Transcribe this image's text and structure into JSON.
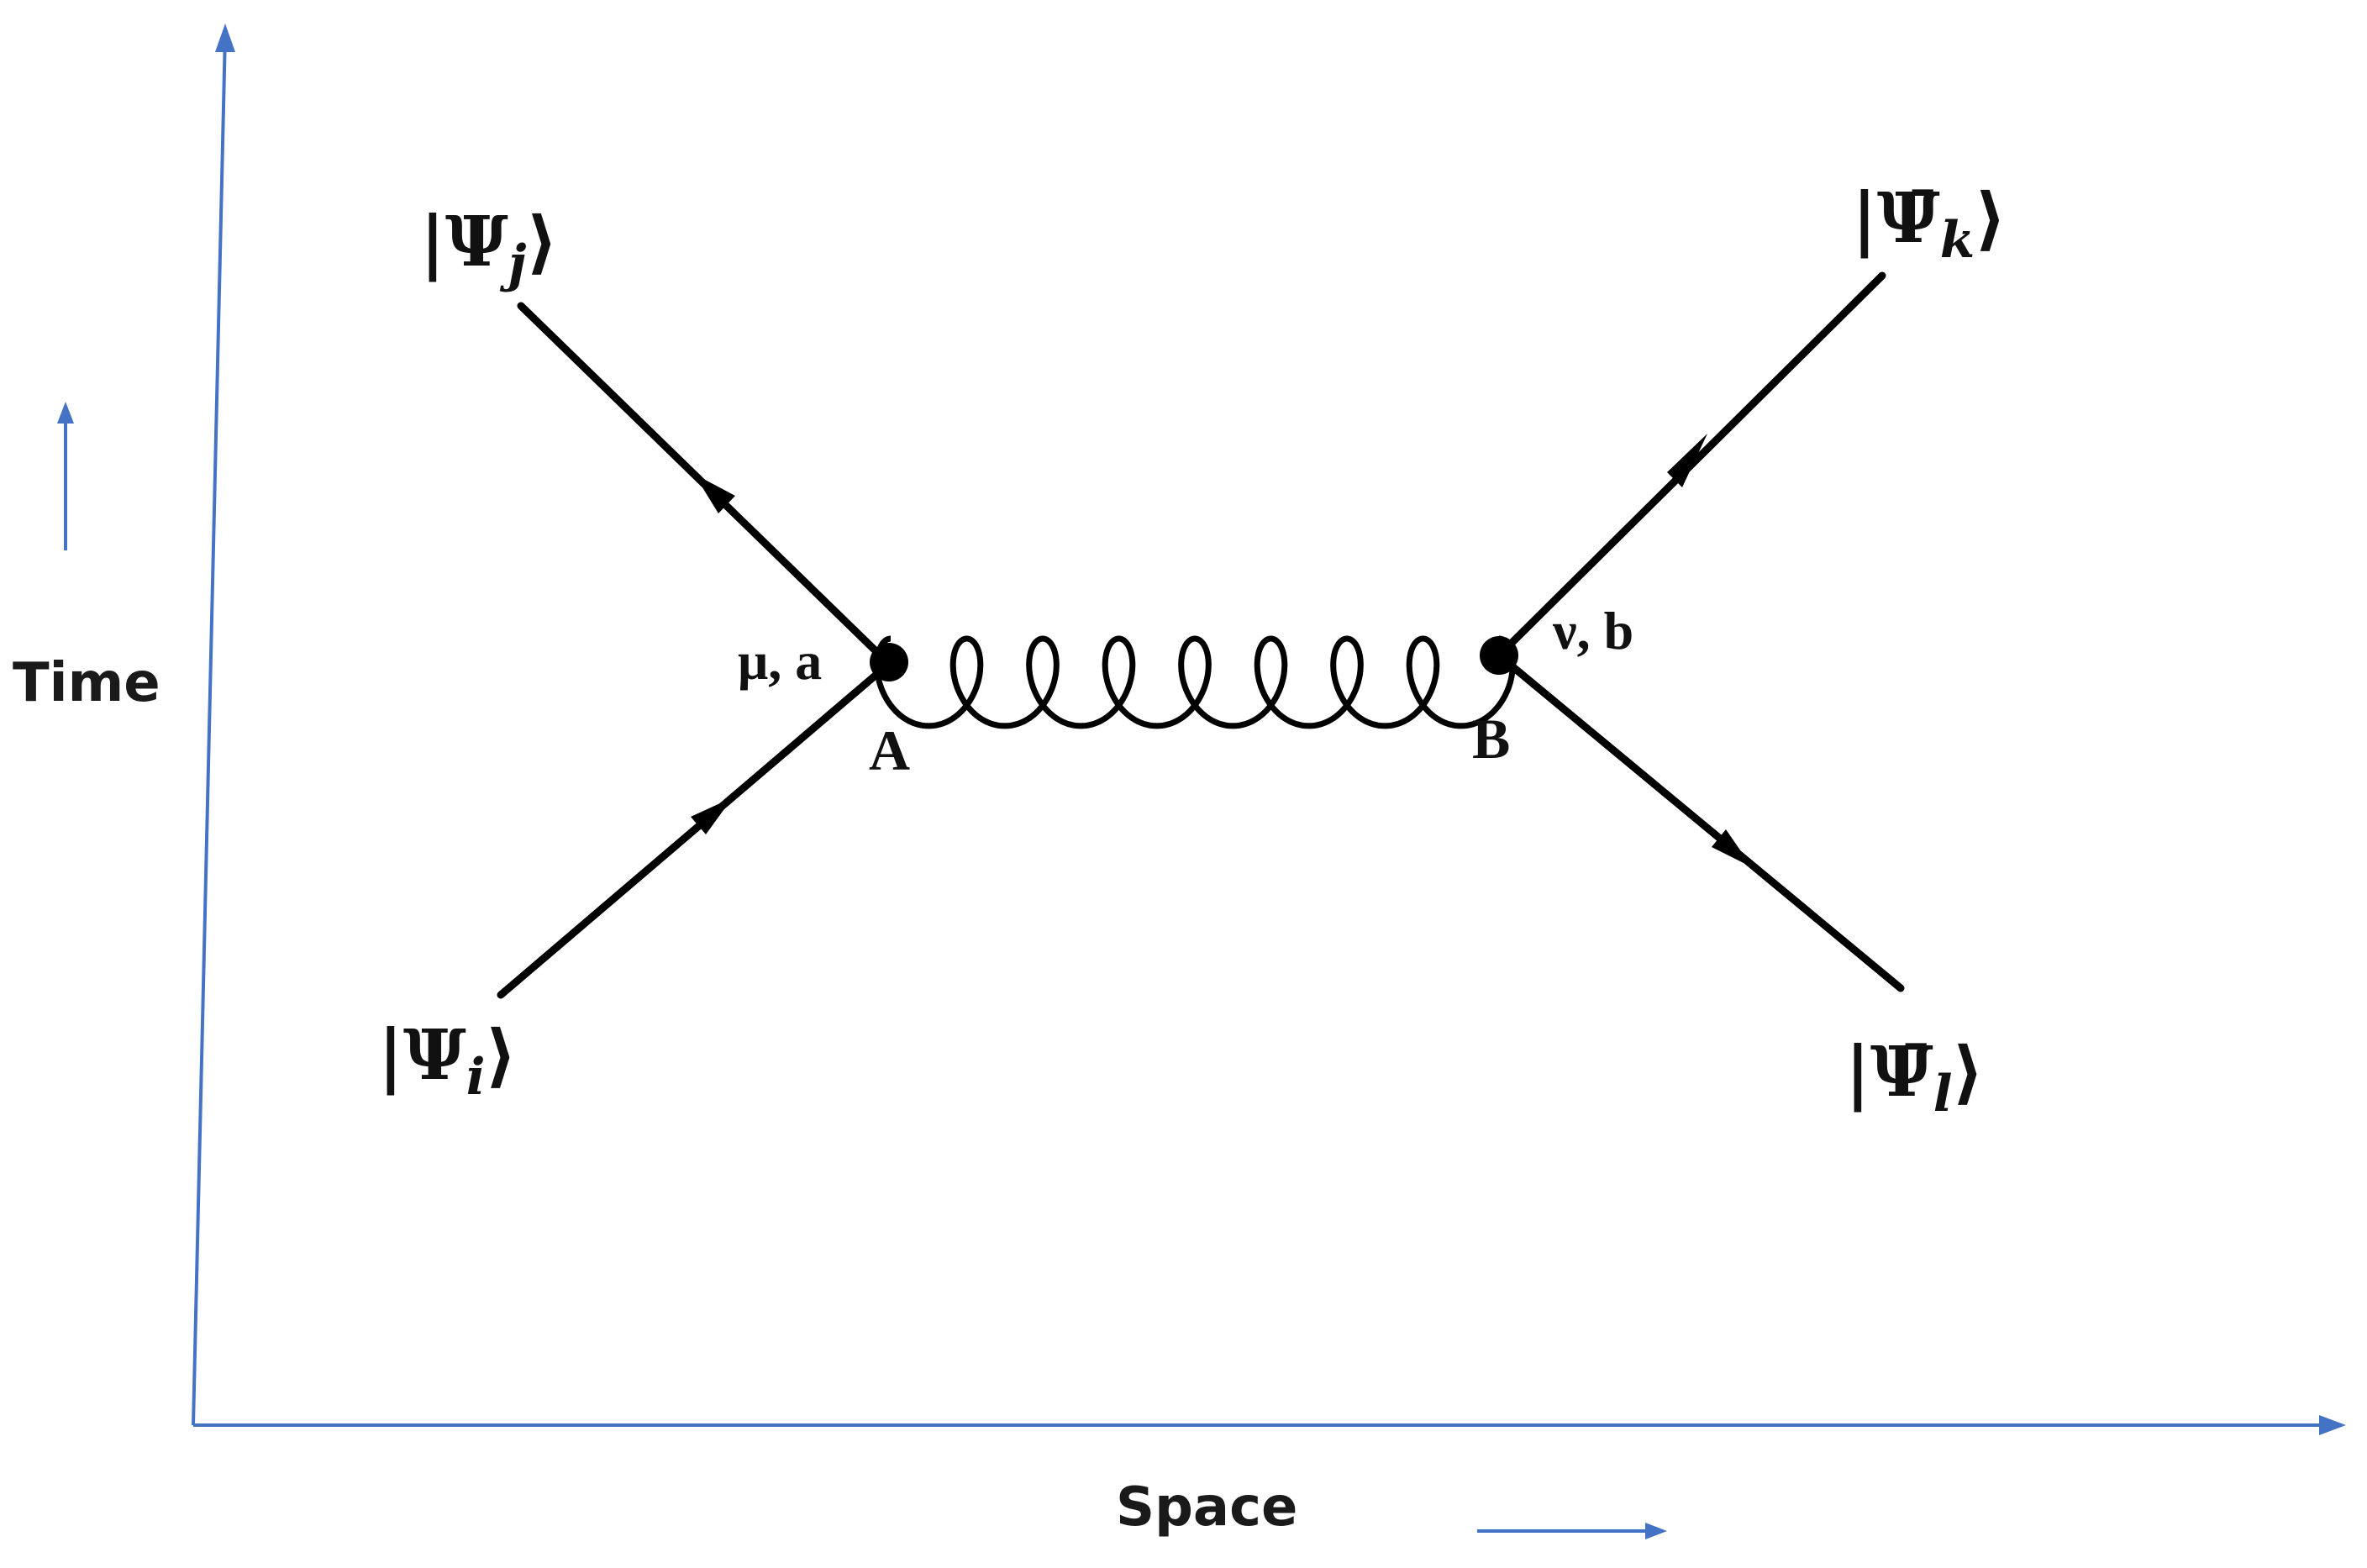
{
  "axes": {
    "time_label": "Time",
    "space_label": "Space",
    "color": "#4472c4"
  },
  "states": {
    "psi_i": "|Ψ",
    "psi_i_sub": "i",
    "psi_j": "|Ψ",
    "psi_j_sub": "j",
    "psibar_k": "|Ψ̄",
    "psibar_k_sub": "k",
    "psibar_l": "|Ψ̄",
    "psibar_l_sub": "l",
    "ket_close": "⟩"
  },
  "vertices": {
    "a": {
      "label": "A",
      "indices": "μ, a"
    },
    "b": {
      "label": "B",
      "indices": "ν, b"
    }
  },
  "propagator": {
    "type": "gluon",
    "coils": 8
  }
}
